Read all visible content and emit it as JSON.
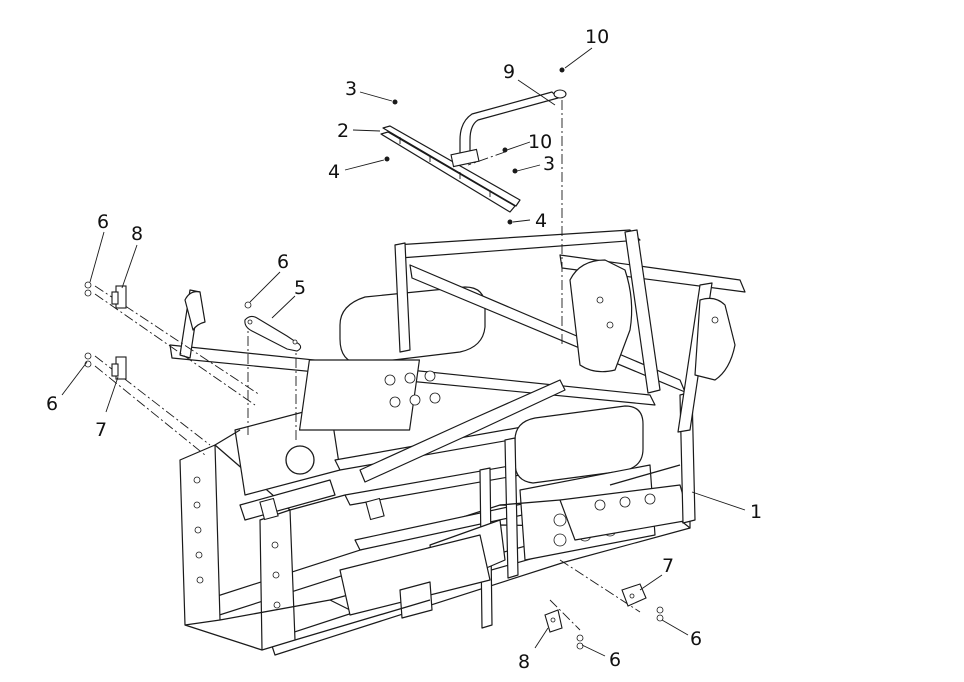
{
  "callouts": {
    "c1": "1",
    "c2": "2",
    "c3a": "3",
    "c3b": "3",
    "c4a": "4",
    "c4b": "4",
    "c5": "5",
    "c6a": "6",
    "c6b": "6",
    "c6c": "6",
    "c6d": "6",
    "c6e": "6",
    "c7a": "7",
    "c7b": "7",
    "c8a": "8",
    "c8b": "8",
    "c9": "9",
    "c10a": "10",
    "c10b": "10"
  }
}
